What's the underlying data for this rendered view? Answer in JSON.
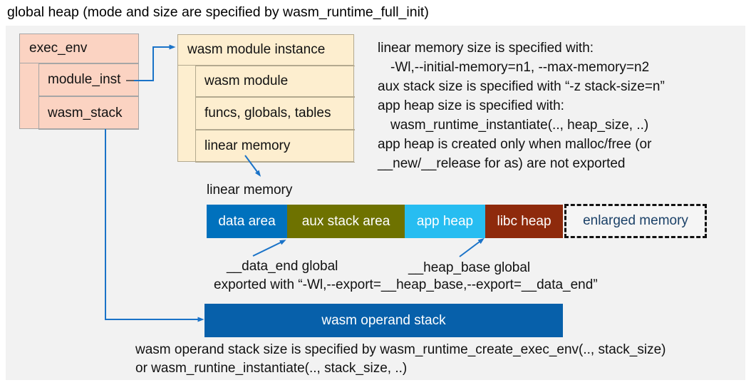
{
  "title": "global heap (mode and size are specified by wasm_runtime_full_init)",
  "exec_env_box": {
    "header": "exec_env",
    "rows": [
      {
        "label": "module_inst"
      },
      {
        "label": "wasm_stack"
      }
    ],
    "fill": "#fbd3c2"
  },
  "module_instance_box": {
    "header": "wasm module instance",
    "rows": [
      {
        "label": "wasm module"
      },
      {
        "label": "funcs, globals, tables"
      },
      {
        "label": "linear memory"
      }
    ],
    "fill": "#fdeecf"
  },
  "right_notes": {
    "lines": [
      "linear memory size is specified with:",
      "-Wl,--initial-memory=n1, --max-memory=n2",
      "aux stack size is specified with “-z stack-size=n”",
      "app heap size is specified with:",
      "wasm_runtime_instantiate(.., heap_size, ..)",
      "app heap is created only when malloc/free (or",
      "__new/__release for as) are not exported"
    ]
  },
  "linear_memory": {
    "label": "linear memory",
    "segments": [
      {
        "label": "data area",
        "color": "#0071bd"
      },
      {
        "label": "aux stack area",
        "color": "#6e7200"
      },
      {
        "label": "app heap",
        "color": "#27bdf1"
      },
      {
        "label": "libc heap",
        "color": "#8e2a0c"
      }
    ],
    "enlarged": {
      "label": "enlarged memory",
      "text_color": "#1b4168"
    }
  },
  "globals_notes": {
    "data_end": "__data_end global",
    "heap_base": "__heap_base global",
    "exported": "exported with “-Wl,--export=__heap_base,--export=__data_end”"
  },
  "operand_stack": {
    "label": "wasm operand stack",
    "color": "#0760aa"
  },
  "bottom_notes": {
    "lines": [
      "wasm operand stack size is specified by wasm_runtime_create_exec_env(.., stack_size)",
      "or wasm_runtine_instantiate(.., stack_size, ..)"
    ]
  },
  "colors": {
    "panel_bg": "#f2f2f2",
    "arrow": "#1a73c8",
    "salmon_fill": "#fbd3c2",
    "cream_fill": "#fdeecf",
    "text": "#111111"
  }
}
